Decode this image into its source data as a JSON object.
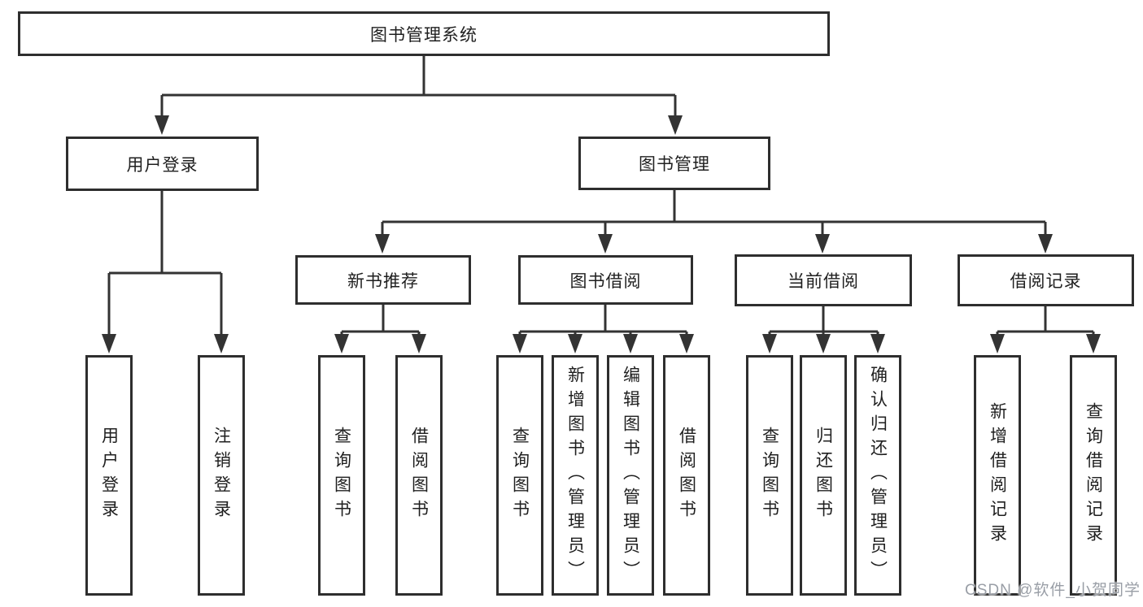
{
  "diagram": {
    "watermark": "CSDN @软件_小贺同学",
    "colors": {
      "line": "#333333",
      "node_border": "#2e2e2e",
      "node_background": "#ffffff",
      "text": "#1f1f1f",
      "watermark_text": "#999ea6"
    },
    "tree": {
      "root": {
        "label": "图书管理系统",
        "children": [
          {
            "label": "用户登录",
            "children": [
              {
                "label": "用户登录"
              },
              {
                "label": "注销登录"
              }
            ]
          },
          {
            "label": "图书管理",
            "children": [
              {
                "label": "新书推荐",
                "children": [
                  {
                    "label": "查询图书"
                  },
                  {
                    "label": "借阅图书"
                  }
                ]
              },
              {
                "label": "图书借阅",
                "children": [
                  {
                    "label": "查询图书"
                  },
                  {
                    "label": "新增图书（管理员）"
                  },
                  {
                    "label": "编辑图书（管理员）"
                  },
                  {
                    "label": "借阅图书"
                  }
                ]
              },
              {
                "label": "当前借阅",
                "children": [
                  {
                    "label": "查询图书"
                  },
                  {
                    "label": "归还图书"
                  },
                  {
                    "label": "确认归还（管理员）"
                  }
                ]
              },
              {
                "label": "借阅记录",
                "children": [
                  {
                    "label": "新增借阅记录"
                  },
                  {
                    "label": "查询借阅记录"
                  }
                ]
              }
            ]
          }
        ]
      }
    }
  }
}
